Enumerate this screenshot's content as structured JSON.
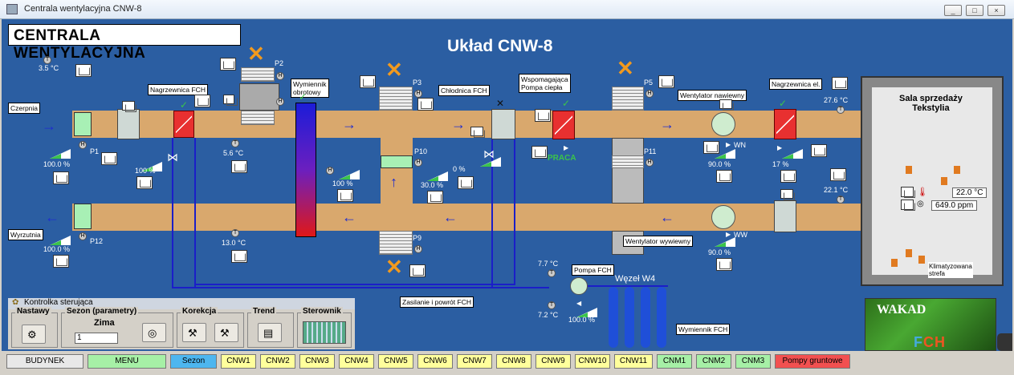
{
  "window": {
    "title": "Centrala wentylacyjna CNW-8",
    "controls": [
      "_",
      "□",
      "×"
    ]
  },
  "header": {
    "box_title": "CENTRALA  WENTYLACYJNA",
    "title": "Układ CNW-8"
  },
  "temps": {
    "outdoor": "3.5 °C",
    "after_heater": "5.6 °C",
    "exhaust_out": "13.0 °C",
    "supply": "27.6 °C",
    "return": "22.1 °C",
    "fch_supply": "7.7 °C",
    "fch_return": "7.2 °C"
  },
  "labels": {
    "czerpnia": "Czerpnia",
    "wyrzutnia": "Wyrzutnia",
    "nagrzewnica_fch": "Nagrzewnica FCH",
    "wymiennik": "Wymiennik\nobrotowy",
    "chlodnica": "Chłodnica FCH",
    "wspomagajaca": "Wspomagająca\nPompa ciepła",
    "went_nawiewny": "Wentylator nawiewny",
    "nagrzewnica_el": "Nagrzewnica el.",
    "went_wywiewny": "Wentylator wywiewny",
    "pompa_fch": "Pompa FCH",
    "wezel": "Węzeł W4",
    "zasilanie": "Zasilanie i powrót FCH",
    "wymiennik_fch": "Wymiennik  FCH",
    "praca": "PRACA",
    "wn": "WN",
    "ww": "WW"
  },
  "dampers": {
    "p1": "P1",
    "p2": "P2",
    "p3": "P3",
    "p5": "P5",
    "p9": "P9",
    "p10": "P10",
    "p11": "P11",
    "p12": "P12"
  },
  "percents": {
    "p1": "100.0 %",
    "valve_heater": "100 %",
    "p12": "100.0 %",
    "wymiennik": "100 %",
    "valve_chlodnica": "0 %",
    "p10": "30.0 %",
    "wn": "90.0 %",
    "heater_el": "17 %",
    "ww": "90.0 %",
    "pompa": "100.0 %"
  },
  "room": {
    "title": "Sala sprzedaży\nTekstylia",
    "temp": "22.0 °C",
    "co2": "649.0 ppm",
    "zone": "Klimatyzowana\nstrefa"
  },
  "control_panel": {
    "title": "Kontrolka sterująca",
    "groups": {
      "nastawy": "Nastawy",
      "sezon": "Sezon (parametry)",
      "korekcja": "Korekcja",
      "trend": "Trend",
      "sterownik": "Sterownik"
    },
    "season": "Zima",
    "season_value": "1"
  },
  "bottom_tabs": [
    {
      "label": "BUDYNEK",
      "style": "gray"
    },
    {
      "label": "MENU",
      "style": "green"
    },
    {
      "label": "Sezon",
      "style": "blue"
    },
    {
      "label": "CNW1",
      "style": "yellow"
    },
    {
      "label": "CNW2",
      "style": "yellow"
    },
    {
      "label": "CNW3",
      "style": "yellow"
    },
    {
      "label": "CNW4",
      "style": "yellow"
    },
    {
      "label": "CNW5",
      "style": "yellow"
    },
    {
      "label": "CNW6",
      "style": "yellow"
    },
    {
      "label": "CNW7",
      "style": "yellow"
    },
    {
      "label": "CNW8",
      "style": "yellow"
    },
    {
      "label": "CNW9",
      "style": "yellow"
    },
    {
      "label": "CNW10",
      "style": "yellow"
    },
    {
      "label": "CNW11",
      "style": "yellow"
    },
    {
      "label": "CNM1",
      "style": "green"
    },
    {
      "label": "CNM2",
      "style": "green"
    },
    {
      "label": "CNM3",
      "style": "green"
    },
    {
      "label": "Pompy gruntowe",
      "style": "red"
    }
  ],
  "logo": {
    "brand": "WAKAD",
    "product_a": "F",
    "product_b": "CH"
  },
  "colors": {
    "background": "#2b5ea2",
    "duct": "#d9a86d",
    "heater": "#e83030",
    "warning_cross": "#f29a1e",
    "ok_check": "#3bc44a"
  }
}
